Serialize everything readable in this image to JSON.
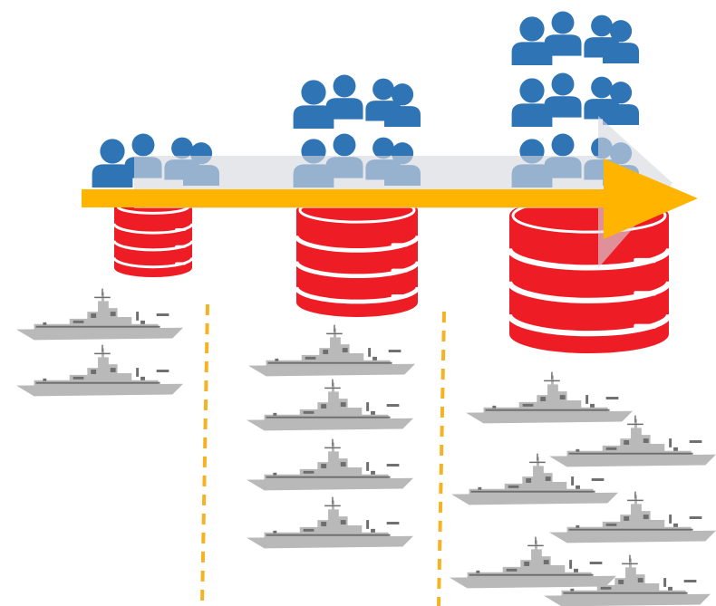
{
  "colors": {
    "people": "#2f74b5",
    "database": "#ee1c25",
    "database_band": "#ffffff",
    "arrow": "#ffb400",
    "arrow_shadow": "#d6d9de",
    "divider": "#f5b323",
    "ship_hull": "#b9b9b9",
    "ship_detail": "#6e6e6e"
  },
  "icons": {
    "people": "people-group-icon",
    "database": "database-cylinder-icon",
    "ship": "warship-icon",
    "arrow": "growth-arrow-icon"
  },
  "stages": [
    {
      "name": "small",
      "people_groups": 1,
      "database_size": "small",
      "ships": 2
    },
    {
      "name": "medium",
      "people_groups": 2,
      "database_size": "medium",
      "ships": 4
    },
    {
      "name": "large",
      "people_groups": 3,
      "database_size": "large",
      "ships": 6
    }
  ],
  "dividers": 2
}
